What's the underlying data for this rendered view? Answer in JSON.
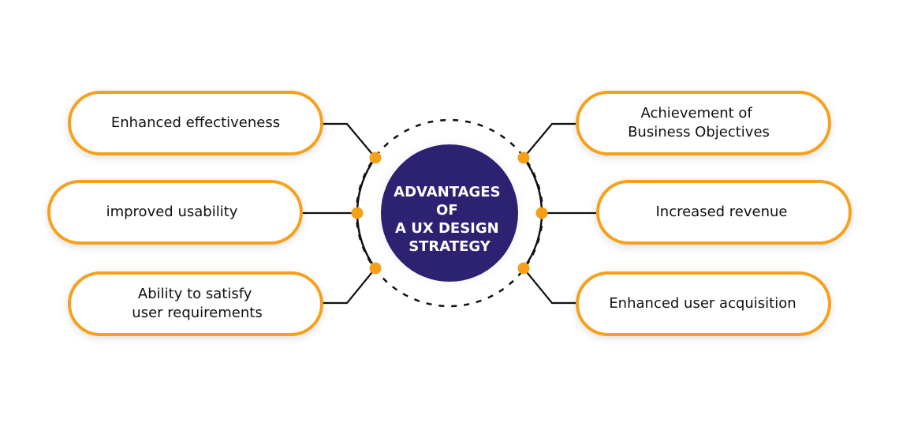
{
  "center": {
    "lines": [
      "ADVANTAGES",
      "OF",
      "A UX DESIGN",
      "STRATEGY"
    ]
  },
  "left_items": [
    {
      "lines": [
        "Enhanced effectiveness"
      ]
    },
    {
      "lines": [
        "improved usability"
      ]
    },
    {
      "lines": [
        "Ability to satisfy",
        "user requirements"
      ]
    }
  ],
  "right_items": [
    {
      "lines": [
        "Achievement of",
        "Business Objectives"
      ]
    },
    {
      "lines": [
        "Increased revenue"
      ]
    },
    {
      "lines": [
        "Enhanced user acquisition"
      ]
    }
  ],
  "colors": {
    "accent": "#F6A01A",
    "center": "#2D2171",
    "line": "#111111"
  }
}
